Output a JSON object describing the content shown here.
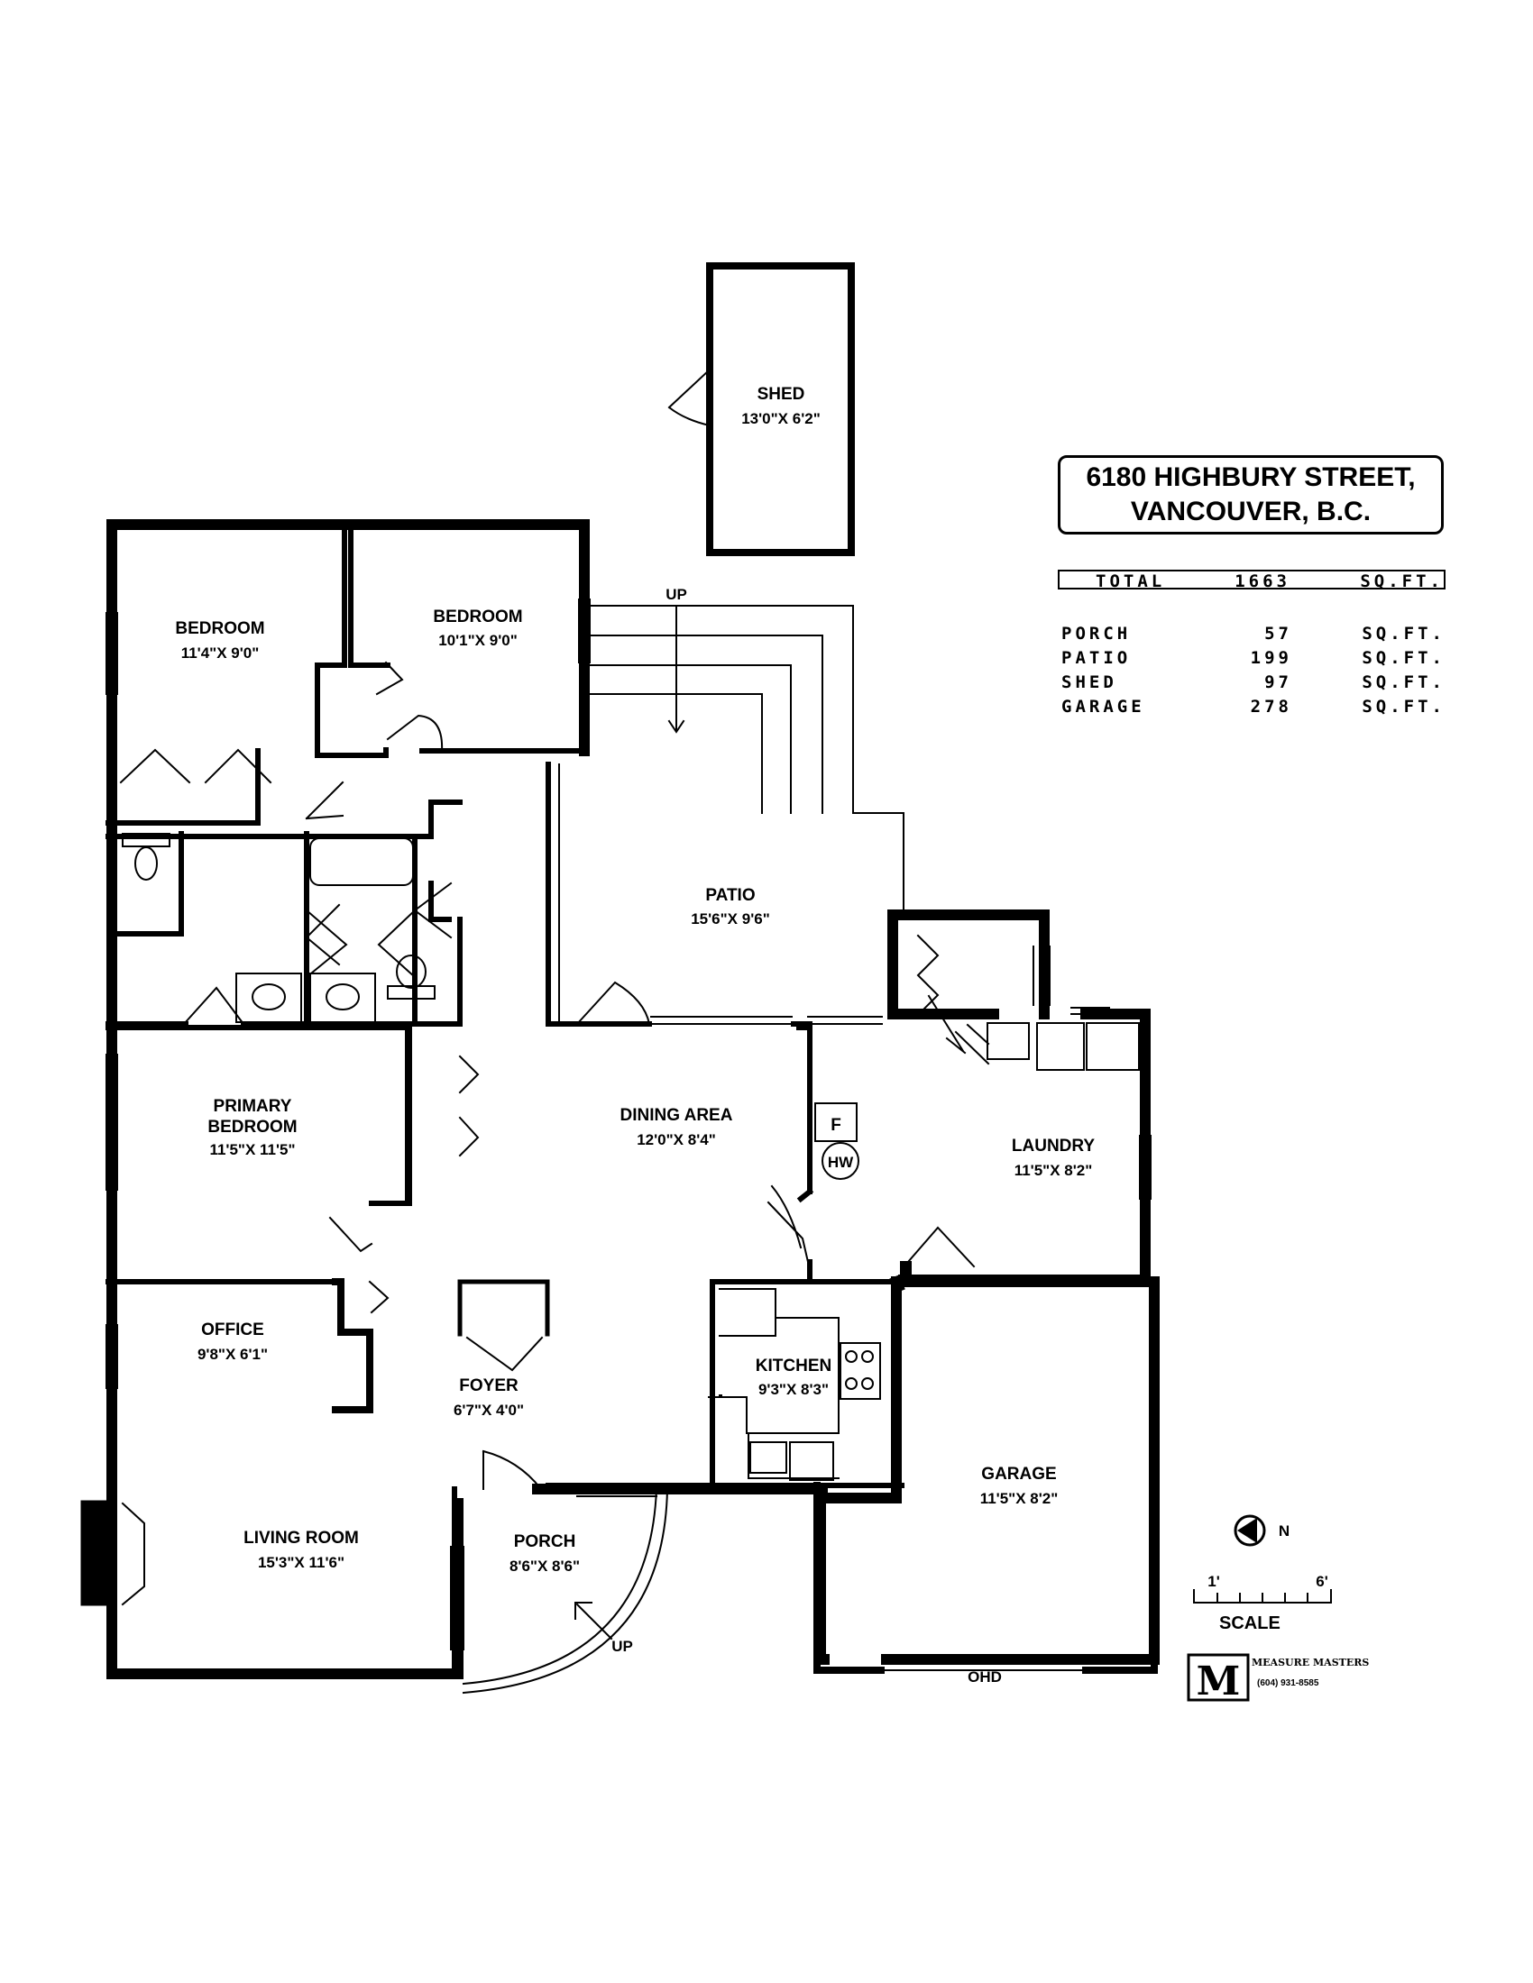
{
  "address": {
    "line1": "6180 HIGHBURY STREET,",
    "line2": "VANCOUVER, B.C."
  },
  "areas": {
    "total": {
      "label": "TOTAL",
      "value": "1663",
      "unit": "SQ.FT."
    },
    "items": [
      {
        "label": "PORCH",
        "value": "57",
        "unit": "SQ.FT."
      },
      {
        "label": "PATIO",
        "value": "199",
        "unit": "SQ.FT."
      },
      {
        "label": "SHED",
        "value": "97",
        "unit": "SQ.FT."
      },
      {
        "label": "GARAGE",
        "value": "278",
        "unit": "SQ.FT."
      }
    ]
  },
  "rooms": {
    "shed": {
      "name": "SHED",
      "dims": "13'0\"X 6'2\""
    },
    "bedroom1": {
      "name": "BEDROOM",
      "dims": "11'4\"X 9'0\""
    },
    "bedroom2": {
      "name": "BEDROOM",
      "dims": "10'1\"X 9'0\""
    },
    "patio": {
      "name": "PATIO",
      "dims": "15'6\"X 9'6\""
    },
    "primary_bedroom": {
      "name_line1": "PRIMARY",
      "name_line2": "BEDROOM",
      "dims": "11'5\"X 11'5\""
    },
    "dining": {
      "name": "DINING AREA",
      "dims": "12'0\"X 8'4\""
    },
    "laundry": {
      "name": "LAUNDRY",
      "dims": "11'5\"X 8'2\""
    },
    "office": {
      "name": "OFFICE",
      "dims": "9'8\"X 6'1\""
    },
    "foyer": {
      "name": "FOYER",
      "dims": "6'7\"X 4'0\""
    },
    "kitchen": {
      "name": "KITCHEN",
      "dims": "9'3\"X 8'3\""
    },
    "living": {
      "name": "LIVING ROOM",
      "dims": "15'3\"X 11'6\""
    },
    "porch": {
      "name": "PORCH",
      "dims": "8'6\"X 8'6\""
    },
    "garage": {
      "name": "GARAGE",
      "dims": "11'5\"X 8'2\""
    }
  },
  "fixtures": {
    "furnace": "F",
    "hot_water": "HW",
    "overhead_door": "OHD",
    "up_patio": "UP",
    "up_porch": "UP"
  },
  "scale": {
    "start": "1'",
    "end": "6'",
    "label": "SCALE"
  },
  "compass": {
    "label": "N"
  },
  "logo": {
    "mark": "M",
    "company": "MEASURE MASTERS",
    "phone": "(604) 931-8585"
  }
}
